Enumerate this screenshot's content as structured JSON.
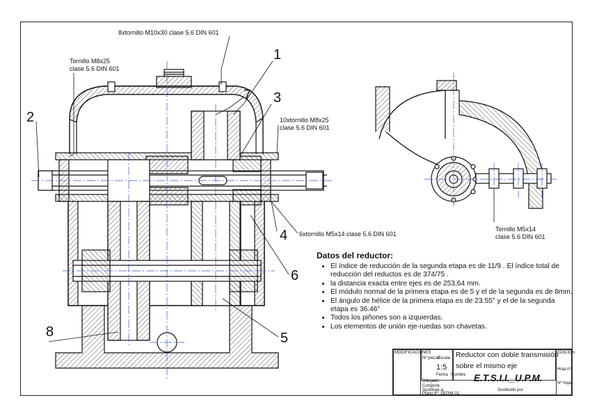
{
  "callouts": {
    "tornillo_m10": "8xtornillo M10x30 clase 5.6 DIN 601",
    "tornillo_m8_l1": "Tornillo M8x25",
    "tornillo_m8_l2": "clase 5.6 DIN 601",
    "tornillo_10x_l1": "10xtornillo M8x25",
    "tornillo_10x_l2": "clase 5.6 DIN 601",
    "tornillo_m5_6x": "6xtornillo M5x14 clase 5.6 DIN 601",
    "tornillo_m5_l1": "Tornillo M5x14",
    "tornillo_m5_l2": "clase 5.6 DIN 601"
  },
  "part_numbers": [
    "1",
    "2",
    "3",
    "4",
    "5",
    "6",
    "7",
    "8"
  ],
  "datos": {
    "title": "Datos del reductor:",
    "items": [
      "El índice de reducción de la segunda etapa es de 11/9 . El índice total de reducción del reductos es de 374/75 .",
      "la distancia exacta entre ejes es de 253,64 mm.",
      "El módulo normal de la primera etapa es de 5 y el de la segunda es de 8mm.",
      "El ángulo de hélice de la primera etapa es de 23.55° y el de la segunda etapa es 36.46°",
      "Todos los piñones son a izquierdas.",
      "Los elementos de unión eje-ruedas son chavetas."
    ]
  },
  "title_block": {
    "modificaciones": "MODIFICACIONES",
    "n_pieza": "Nº piezas",
    "escala_label": "Escala",
    "escala": "1:5",
    "edicion": "EDICIÓN",
    "title_l1": "Reductor con doble transmisión",
    "title_l2": "sobre el mismo eje",
    "fecha": "Fecha",
    "nombre": "Nombre",
    "hoja": "Hoja nº",
    "dibujado": "Dibujado",
    "comprobado": "Comprob.",
    "school": "E.T.S.I.I._U.P.M.",
    "sustituye_a": "Sustituye a:",
    "sustituido_por": "Sustituido por:",
    "n_hojas": "Nº hojas",
    "plano": "Plano nº: SEPIM-01"
  }
}
